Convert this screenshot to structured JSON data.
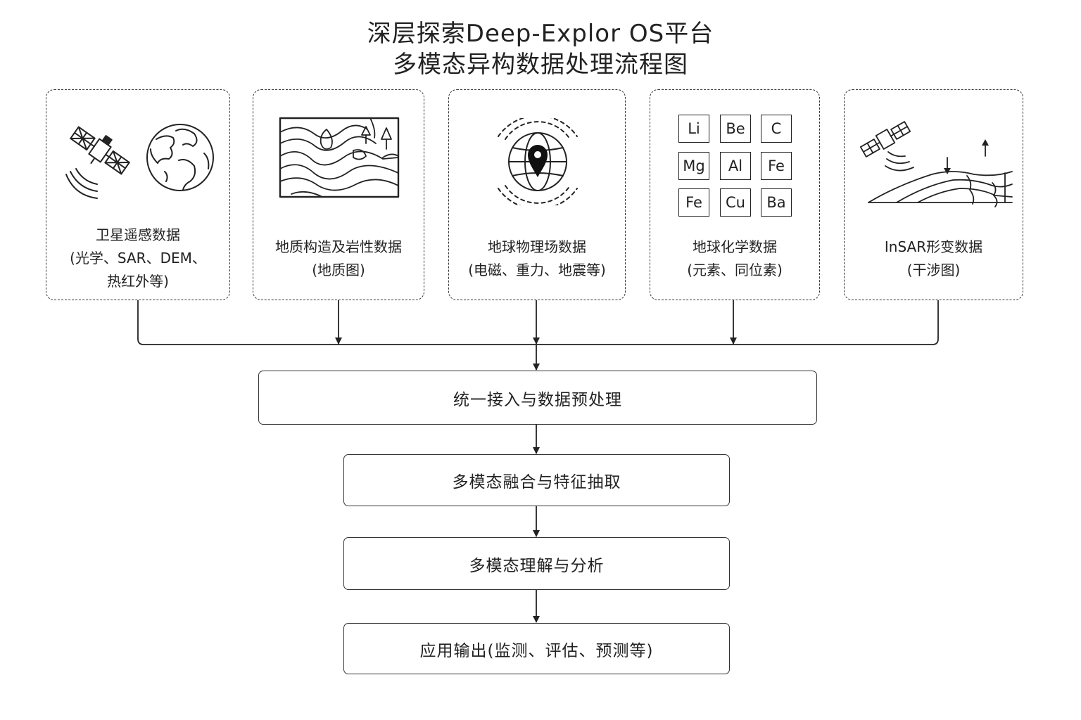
{
  "title": {
    "line1": "深层探索Deep-Explor OS平台",
    "line2": "多模态异构数据处理流程图"
  },
  "sources": [
    {
      "line1": "卫星遥感数据",
      "line2": "(光学、SAR、DEM、",
      "line3": "热红外等)",
      "icon": "satellite-and-globe-icon"
    },
    {
      "line1": "地质构造及岩性数据",
      "line2": "(地质图)",
      "icon": "geologic-map-icon"
    },
    {
      "line1": "地球物理场数据",
      "line2": "(电磁、重力、地震等)",
      "icon": "globe-location-pin-icon"
    },
    {
      "line1": "地球化学数据",
      "line2": "(元素、同位素)",
      "icon": "periodic-elements-icon",
      "elements": [
        "Li",
        "Be",
        "C",
        "Mg",
        "Al",
        "Fe",
        "Fe",
        "Cu",
        "Ba"
      ]
    },
    {
      "line1": "InSAR形变数据",
      "line2": "(干涉图)",
      "icon": "insar-satellite-deformation-icon"
    }
  ],
  "stages": [
    "统一接入与数据预处理",
    "多模态融合与特征抽取",
    "多模态理解与分析",
    "应用输出(监测、评估、预测等)"
  ]
}
